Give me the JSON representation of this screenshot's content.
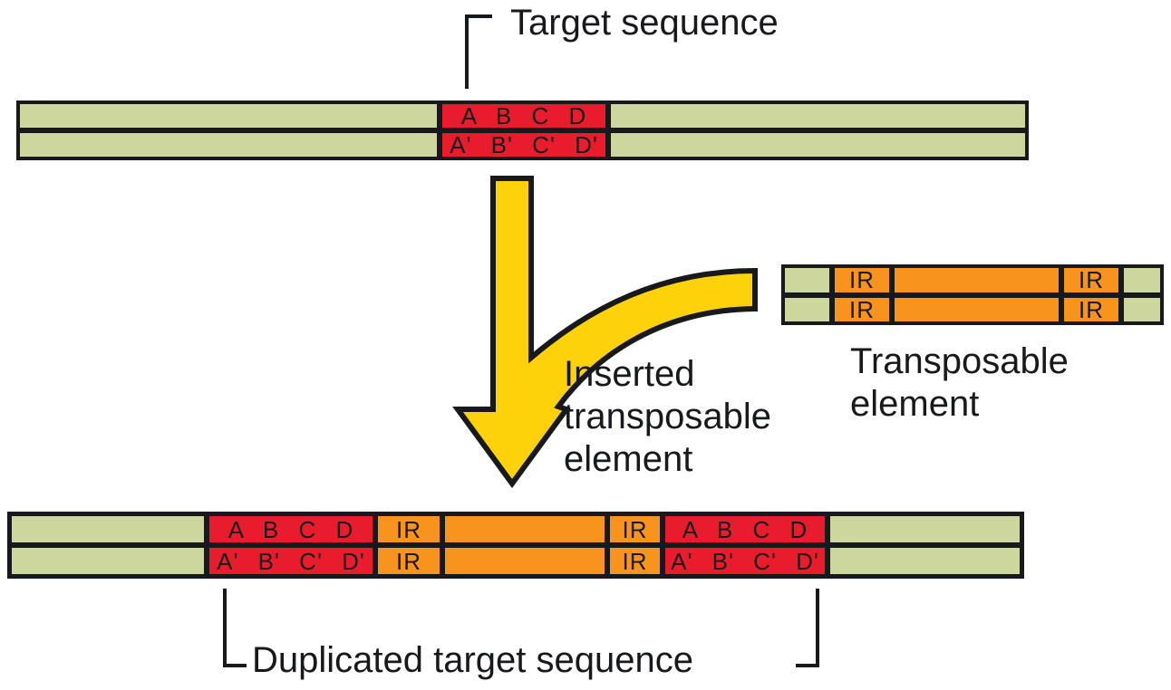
{
  "colors": {
    "dna_green": "#ccd69d",
    "target_red": "#e81c2d",
    "te_orange": "#f8941e",
    "arrow_yellow": "#fdd20a",
    "outline": "#17191c"
  },
  "labels": {
    "target_sequence": "Target sequence",
    "inserted_line1": "Inserted",
    "inserted_line2": "transposable",
    "inserted_line3": "element",
    "transposable_line1": "Transposable",
    "transposable_line2": "element",
    "duplicated_target_sequence": "Duplicated target sequence"
  },
  "strands": {
    "top": {
      "row1": [
        "",
        "A B C D",
        ""
      ],
      "row2": [
        "",
        "A' B' C' D'",
        ""
      ]
    },
    "te": {
      "row1": [
        "",
        "IR",
        "",
        "IR",
        ""
      ],
      "row2": [
        "",
        "IR",
        "",
        "IR",
        ""
      ]
    },
    "bottom": {
      "row1": [
        "",
        "A B C D",
        "IR",
        "",
        "IR",
        "A B C D",
        ""
      ],
      "row2": [
        "",
        "A' B' C' D'",
        "IR",
        "",
        "IR",
        "A' B' C' D'",
        ""
      ]
    }
  }
}
